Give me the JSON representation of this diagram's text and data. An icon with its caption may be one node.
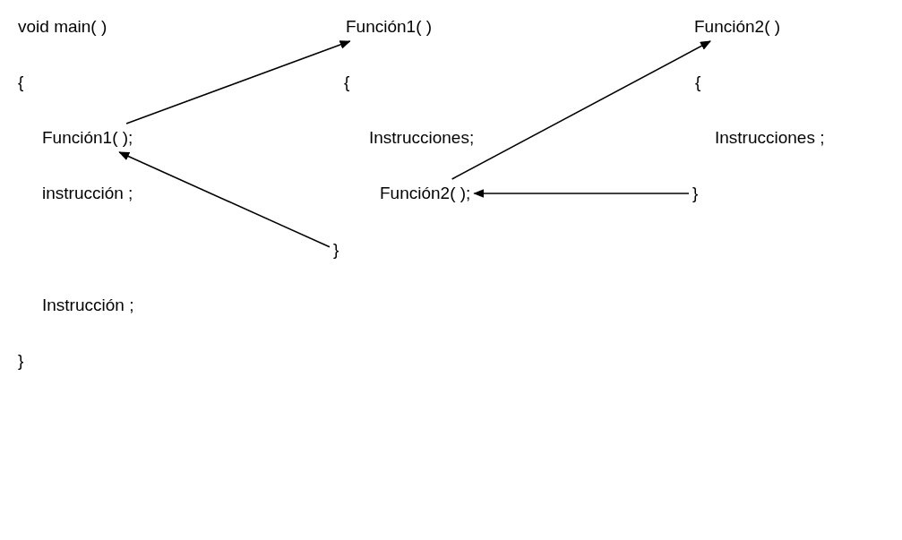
{
  "diagram": {
    "nodes": [
      {
        "text": [
          "Función1( )"
        ]
      },
      {
        "text": [
          "Función2( )"
        ]
      },
      {
        "text": [
          "Función1( );"
        ]
      },
      {
        "text": [
          "Función2( );"
        ]
      },
      {
        "text": [
          "}"
        ]
      },
      {
        "text": [
          "}"
        ]
      }
    ],
    "edges": [
      {
        "from": 2,
        "to": 0,
        "arrow": "to"
      },
      {
        "from": 5,
        "to": 2,
        "arrow": "to"
      },
      {
        "from": 3,
        "to": 1,
        "arrow": "to"
      },
      {
        "from": 4,
        "to": 3,
        "arrow": "to"
      }
    ],
    "labels": [
      "void main( )",
      "{",
      "{",
      "{",
      "Instrucciones;",
      "Instrucciones ;",
      "instrucción ;",
      "Instrucción ;",
      "}"
    ]
  }
}
